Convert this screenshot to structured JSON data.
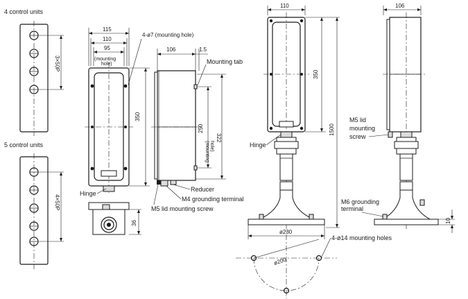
{
  "views": {
    "four_units": {
      "title": "4 control units",
      "pitch": "3×50P"
    },
    "five_units": {
      "title": "5 control units",
      "pitch": "4×50P"
    },
    "front": {
      "width_115": "115",
      "width_110": "110",
      "width_95": "95",
      "mounting_hole_note_1": "(mounting",
      "mounting_hole_note_2": "hole)",
      "mounting_hole_callout": "4-ø7 (mounting hole)",
      "height_350": "350",
      "hinge": "Hinge",
      "bottom_36": "36"
    },
    "side": {
      "depth_106": "106",
      "tab_15": "1.5",
      "mounting_tab": "Mounting tab",
      "pitch_250": "250",
      "pitch_250_note_1": "(mounting",
      "pitch_250_note_2": "hole)",
      "height_322": "322",
      "reducer": "Reducer",
      "m4_grounding": "M4 grounding terminal",
      "m5_lid_screw": "M5 lid mounting screw"
    },
    "stand_front": {
      "width_110": "110",
      "height_350": "350",
      "height_1500": "1500",
      "hinge": "Hinge",
      "base_dia": "ø230",
      "bolt_circle": "ø200",
      "holes": "4-ø14 mounting holes"
    },
    "stand_side": {
      "depth_106": "106",
      "m5_lid_1": "M5 lid",
      "m5_lid_2": "mounting",
      "m5_lid_3": "screw",
      "m6_grounding_1": "M6 grounding",
      "m6_grounding_2": "terminal",
      "base_10": "10"
    }
  }
}
